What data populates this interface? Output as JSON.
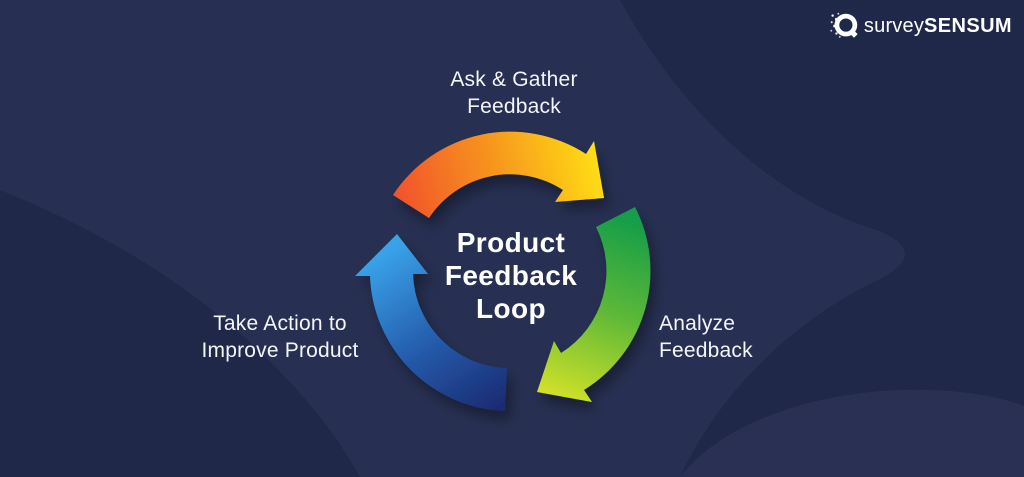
{
  "brand": {
    "icon": "q-dots-logo-icon",
    "name_light": "survey",
    "name_bold": "SENSUM"
  },
  "diagram": {
    "title_lines": [
      "Product",
      "Feedback",
      "Loop"
    ],
    "steps": [
      {
        "id": "ask-gather-feedback",
        "label_lines": [
          "Ask & Gather",
          "Feedback"
        ],
        "position": "top",
        "arrow_color": "orange-to-yellow",
        "gradient": [
          "#F1512C",
          "#F7941E",
          "#FFDE14"
        ]
      },
      {
        "id": "analyze-feedback",
        "label_lines": [
          "Analyze",
          "Feedback"
        ],
        "position": "right",
        "arrow_color": "green-to-lime",
        "gradient": [
          "#139D48",
          "#5DB838",
          "#CEE029"
        ]
      },
      {
        "id": "take-action-improve-product",
        "label_lines": [
          "Take Action to",
          "Improve Product"
        ],
        "position": "bottom-left",
        "arrow_color": "dark-blue-to-sky-blue",
        "gradient": [
          "#1B2B72",
          "#2459A9",
          "#39A3E9"
        ]
      }
    ]
  },
  "background": {
    "base": "#20284A",
    "blob_light": "#273052",
    "blob_accent": "#2A3054"
  },
  "text_color": "#FFFFFF"
}
